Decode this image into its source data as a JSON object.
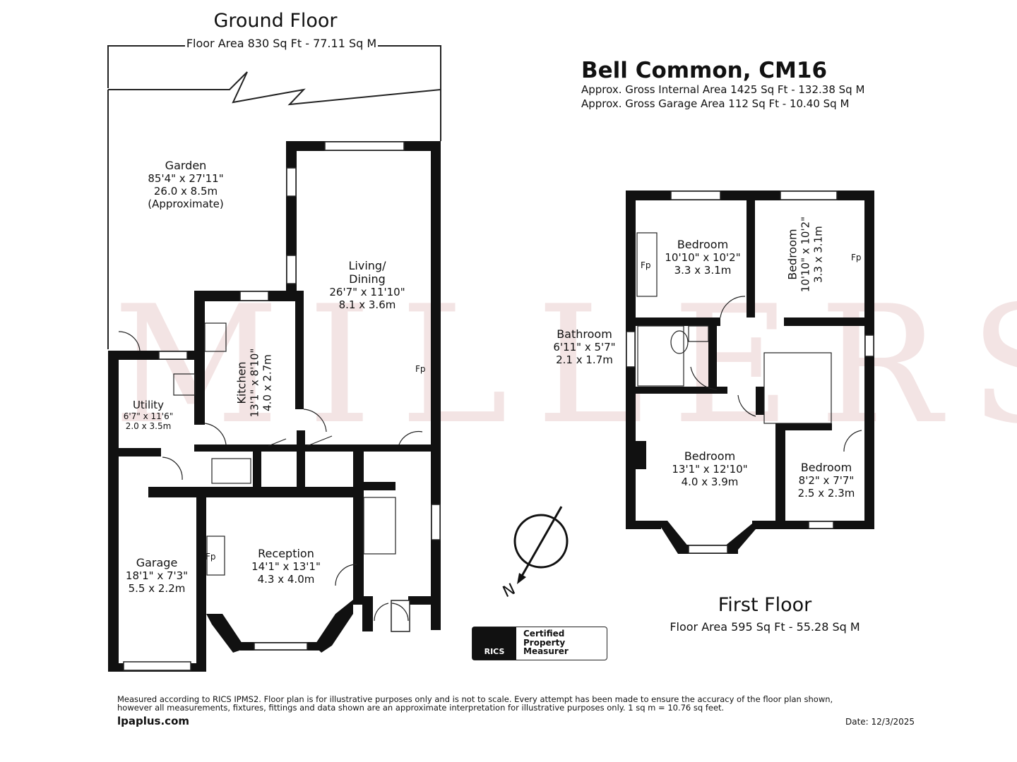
{
  "ground_floor": {
    "title": "Ground Floor",
    "area": "Floor Area 830 Sq Ft - 77.11 Sq M",
    "rooms": {
      "garden": {
        "name": "Garden",
        "imperial": "85'4\" x 27'11\"",
        "metric": "26.0 x 8.5m",
        "note": "(Approximate)"
      },
      "living": {
        "name": "Living/",
        "name2": "Dining",
        "imperial": "26'7\" x 11'10\"",
        "metric": "8.1 x 3.6m"
      },
      "kitchen": {
        "name": "Kitchen",
        "imperial": "13'1\" x 8'10\"",
        "metric": "4.0 x 2.7m"
      },
      "utility": {
        "name": "Utility",
        "imperial": "6'7\" x 11'6\"",
        "metric": "2.0 x 3.5m"
      },
      "garage": {
        "name": "Garage",
        "imperial": "18'1\" x 7'3\"",
        "metric": "5.5 x 2.2m"
      },
      "reception": {
        "name": "Reception",
        "imperial": "14'1\" x 13'1\"",
        "metric": "4.3 x 4.0m"
      }
    },
    "fp_labels": [
      "Fp",
      "Fp"
    ]
  },
  "first_floor": {
    "title": "First Floor",
    "area": "Floor Area 595 Sq Ft - 55.28 Sq M",
    "rooms": {
      "bedroom1": {
        "name": "Bedroom",
        "imperial": "10'10\" x 10'2\"",
        "metric": "3.3 x 3.1m"
      },
      "bedroom2": {
        "name": "Bedroom",
        "imperial": "10'10\" x 10'2\"",
        "metric": "3.3 x 3.1m"
      },
      "bathroom": {
        "name": "Bathroom",
        "imperial": "6'11\" x 5'7\"",
        "metric": "2.1 x 1.7m"
      },
      "bedroom3": {
        "name": "Bedroom",
        "imperial": "13'1\" x 12'10\"",
        "metric": "4.0 x 3.9m"
      },
      "bedroom4": {
        "name": "Bedroom",
        "imperial": "8'2\" x 7'7\"",
        "metric": "2.5 x 2.3m"
      }
    },
    "fp_labels": [
      "Fp",
      "Fp"
    ]
  },
  "header": {
    "title": "Bell Common, CM16",
    "internal_area": "Approx. Gross Internal Area 1425 Sq Ft - 132.38 Sq M",
    "garage_area": "Approx. Gross Garage Area 112 Sq Ft - 10.40 Sq M"
  },
  "compass": {
    "label": "N"
  },
  "badge": {
    "org": "RICS",
    "line1": "Certified",
    "line2": "Property",
    "line3": "Measurer"
  },
  "watermark": "MILLERS",
  "footer": {
    "disclaimer1": "Measured according to RICS IPMS2. Floor plan is for illustrative purposes only and is not to scale. Every attempt has been made to ensure the accuracy of the floor plan shown,",
    "disclaimer2": "however all measurements, fixtures, fittings and data shown are an approximate interpretation for illustrative purposes only. 1 sq m = 10.76 sq feet.",
    "website": "lpaplus.com",
    "date": "Date: 12/3/2025"
  },
  "colors": {
    "wall": "#111111",
    "watermark": "#f3e4e4"
  }
}
